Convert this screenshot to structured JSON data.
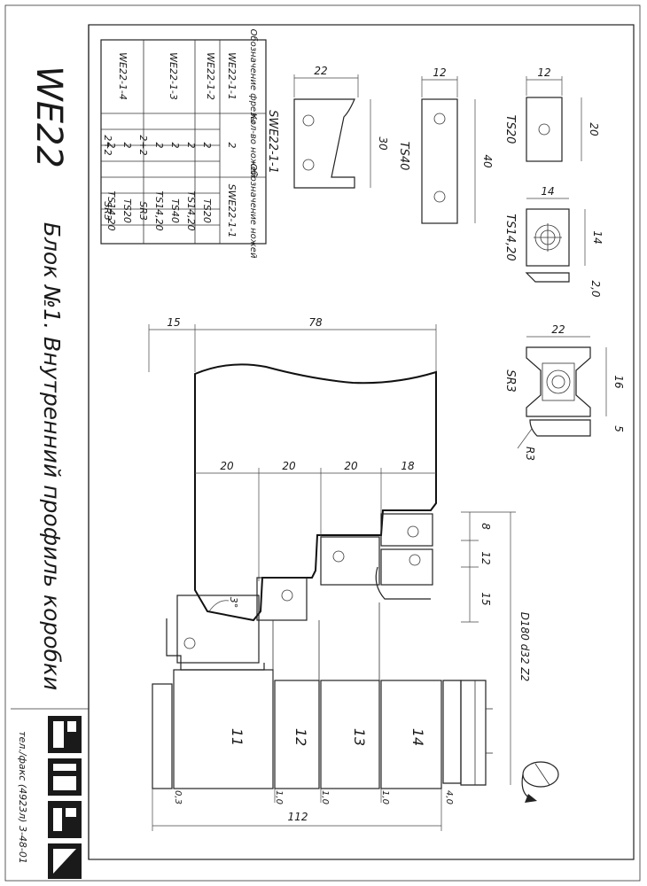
{
  "title_block": {
    "code": "WE22",
    "subtitle": "Блок №1. Внутренний профиль коробки",
    "contact": "тел./факс (4923л) 3-48-01"
  },
  "knife_table": {
    "headers": [
      "Обозначение фрезы",
      "Кол-во ножей",
      "Обозначение ножей"
    ],
    "rows": [
      {
        "cutter": "WE22-1-1",
        "qty": "2",
        "knife": "SWE22-1-1"
      },
      {
        "cutter": "WE22-1-2",
        "qty": "2",
        "knife": "TS20"
      },
      {
        "cutter": "",
        "qty": "2",
        "knife": "TS14,20"
      },
      {
        "cutter": "WE22-1-3",
        "qty": "2",
        "knife": "TS40"
      },
      {
        "cutter": "",
        "qty": "2",
        "knife": "TS14,20"
      },
      {
        "cutter": "",
        "qty": "2+2",
        "knife": "SR3"
      },
      {
        "cutter": "WE22-1-4",
        "qty": "2",
        "knife": "TS20"
      },
      {
        "cutter": "",
        "qty": "2",
        "knife": "TS14,20"
      },
      {
        "cutter": "",
        "qty": "2+2",
        "knife": "SR3"
      }
    ]
  },
  "knives": {
    "swe": {
      "label": "SWE22-1-1",
      "width": "22",
      "height": "30"
    },
    "ts40": {
      "label": "TS40",
      "width": "12",
      "height": "40"
    },
    "ts20": {
      "label": "TS20",
      "width": "12",
      "height": "20"
    },
    "ts14": {
      "label": "TS14,20",
      "width": "14",
      "height": "14",
      "thickness": "2,0"
    },
    "sr3": {
      "label": "SR3",
      "width": "22",
      "height": "16",
      "thickness": "5",
      "radius": "R3"
    }
  },
  "main_drawing": {
    "dims_top": [
      "15",
      "78"
    ],
    "dims_steps": [
      "20",
      "20",
      "20",
      "18"
    ],
    "dims_right": [
      "8",
      "12",
      "15"
    ],
    "angle": "3°",
    "tool_spec": "D180 d32 Z2",
    "cutters": [
      "11",
      "12",
      "13",
      "14"
    ],
    "gaps": [
      "0,3",
      "1,0",
      "1,0",
      "1,0",
      "4,0"
    ],
    "total_width": "112"
  }
}
